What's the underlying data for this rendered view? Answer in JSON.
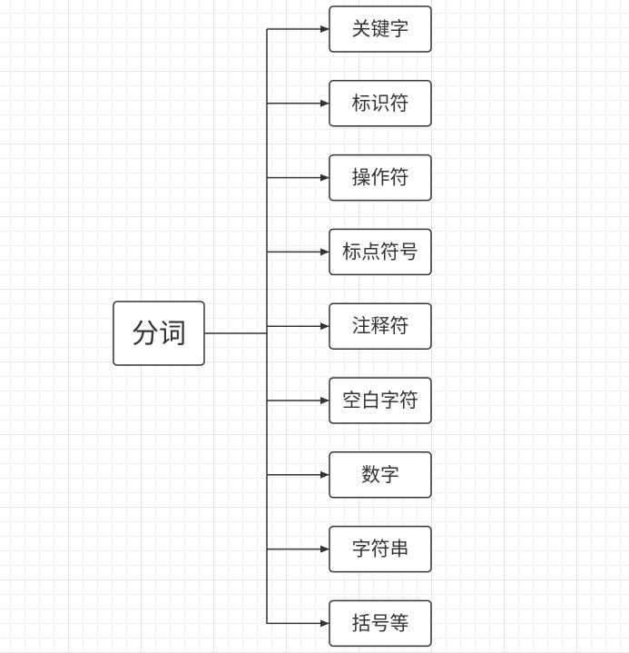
{
  "colors": {
    "line": "#333333",
    "node_border": "#333333",
    "node_fill": "#ffffff",
    "text": "#333333"
  },
  "root": {
    "label": "分词"
  },
  "children": [
    {
      "label": "关键字"
    },
    {
      "label": "标识符"
    },
    {
      "label": "操作符"
    },
    {
      "label": "标点符号"
    },
    {
      "label": "注释符"
    },
    {
      "label": "空白字符"
    },
    {
      "label": "数字"
    },
    {
      "label": "字符串"
    },
    {
      "label": "括号等"
    }
  ]
}
